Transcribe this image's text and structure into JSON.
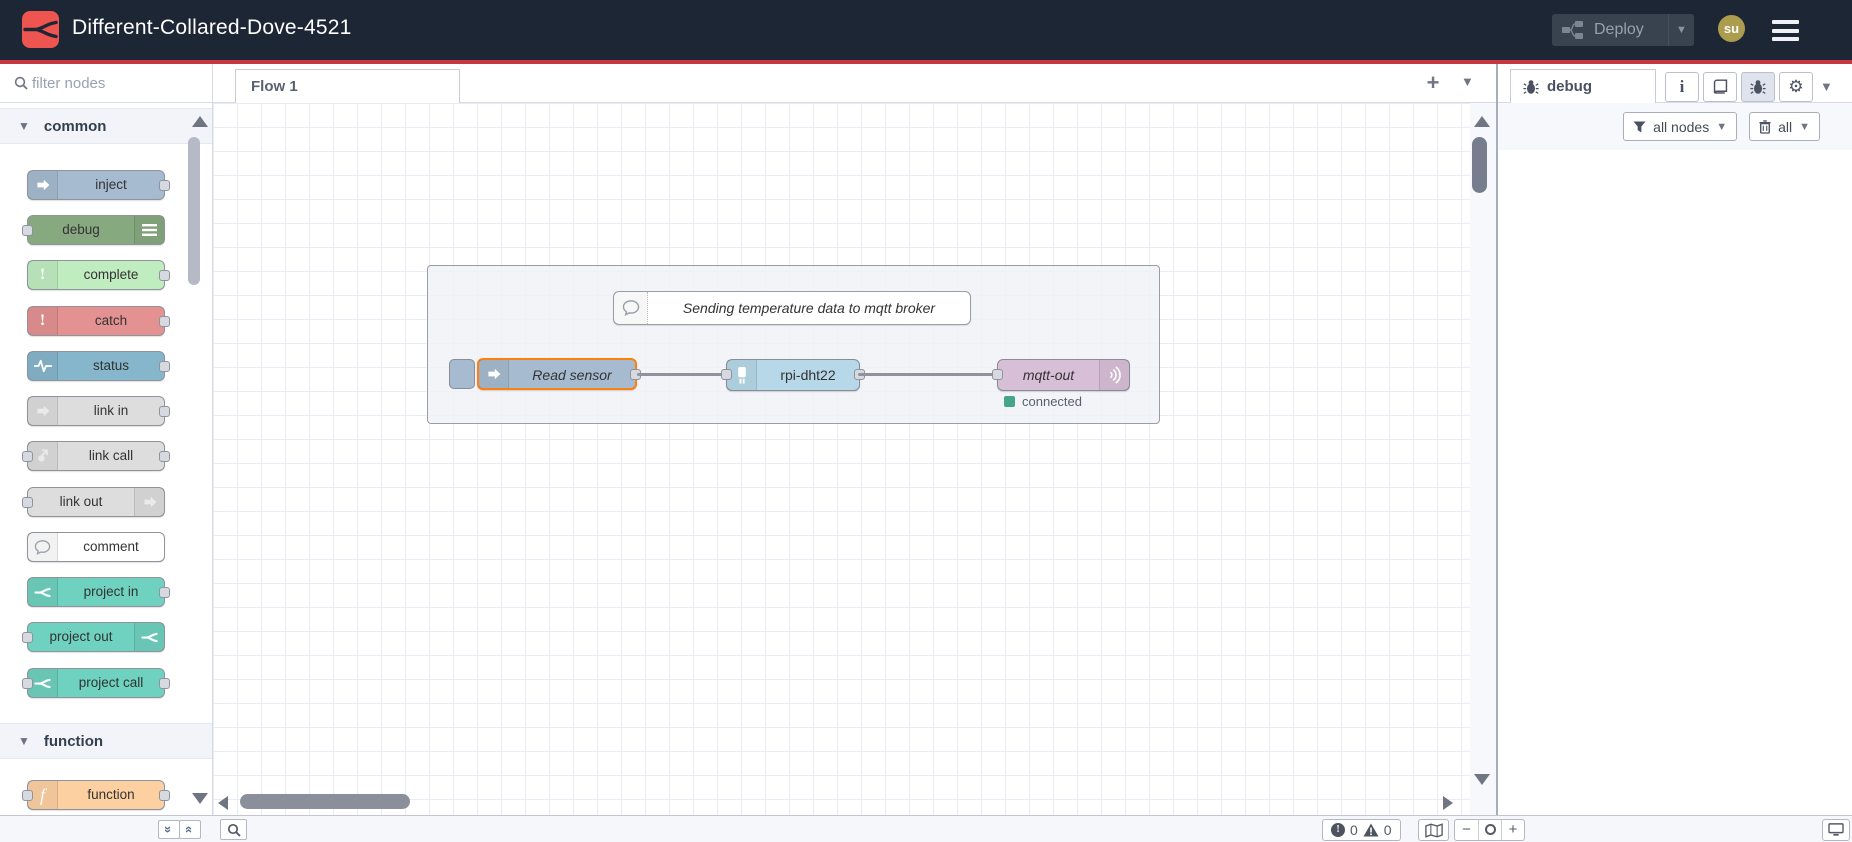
{
  "header": {
    "title": "Different-Collared-Dove-4521",
    "deploy_label": "Deploy",
    "avatar_text": "su",
    "colors": {
      "bg": "#1d2634",
      "accent_line": "#c8373f",
      "logo_red": "#ee5450"
    }
  },
  "palette": {
    "filter_placeholder": "filter nodes",
    "sections": [
      {
        "label": "common",
        "items": [
          {
            "label": "inject",
            "color": "#a6bbcf",
            "icon": "inject-arrow-icon"
          },
          {
            "label": "debug",
            "color": "#87a980",
            "icon": "debug-list-icon"
          },
          {
            "label": "complete",
            "color": "#c0edc0",
            "icon": "exclamation-icon"
          },
          {
            "label": "catch",
            "color": "#e49191",
            "icon": "exclamation-icon"
          },
          {
            "label": "status",
            "color": "#86b6cc",
            "icon": "status-pulse-icon"
          },
          {
            "label": "link in",
            "color": "#dddddd",
            "icon": "link-icon"
          },
          {
            "label": "link call",
            "color": "#dddddd",
            "icon": "link-icon"
          },
          {
            "label": "link out",
            "color": "#dddddd",
            "icon": "link-icon"
          },
          {
            "label": "comment",
            "color": "#ffffff",
            "icon": "comment-bubble-icon"
          },
          {
            "label": "project in",
            "color": "#6fd1bf",
            "icon": "flowfuse-icon"
          },
          {
            "label": "project out",
            "color": "#6fd1bf",
            "icon": "flowfuse-icon"
          },
          {
            "label": "project call",
            "color": "#6fd1bf",
            "icon": "flowfuse-icon"
          }
        ]
      },
      {
        "label": "function",
        "items": [
          {
            "label": "function",
            "color": "#fdd0a2",
            "icon": "function-f-icon"
          }
        ]
      }
    ]
  },
  "workspace": {
    "tab_label": "Flow 1",
    "add_button": "+"
  },
  "flow": {
    "comment_text": "Sending temperature data to mqtt broker",
    "nodes": {
      "inject": {
        "label": "Read sensor",
        "color": "#a6bbcf",
        "selected": true
      },
      "sensor": {
        "label": "rpi-dht22",
        "color": "#b6d8e8"
      },
      "mqtt": {
        "label": "mqtt-out",
        "color": "#d8bfd8",
        "status_text": "connected",
        "status_color": "#44a588"
      }
    },
    "selection_color": "#ff7f0e"
  },
  "sidebar": {
    "tab_label": "debug",
    "filter_button": "all nodes",
    "clear_button": "all"
  },
  "statusbar": {
    "error_count": "0",
    "warning_count": "0",
    "zoom_out": "−",
    "zoom_in": "+"
  }
}
